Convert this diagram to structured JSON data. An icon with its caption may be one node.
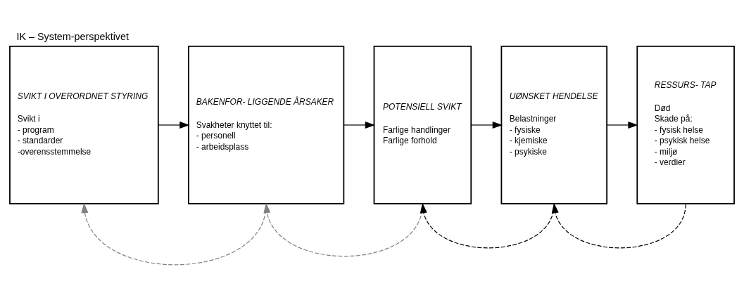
{
  "diagram": {
    "title": "IK – System-perspektivet",
    "nodes": [
      {
        "text": [
          "SVIKT I OVERORDNET STYRING",
          "Svikt i",
          "- program",
          "- standarder",
          "-overensstemmelse"
        ]
      },
      {
        "text": [
          "BAKENFOR- LIGGENDE ÅRSAKER",
          "Svakheter knyttet til:",
          "- personell",
          "- arbeidsplass"
        ]
      },
      {
        "text": [
          "POTENSIELL SVIKT",
          "Farlige handlinger",
          "Farlige forhold"
        ]
      },
      {
        "text": [
          "UØNSKET HENDELSE",
          "Belastninger",
          "- fysiske",
          "- kjemiske",
          "- psykiske"
        ]
      },
      {
        "text": [
          "RESSURS- TAP",
          "Død",
          "Skade på:",
          "- fysisk helse",
          "- psykisk helse",
          "- miljø",
          "- verdier"
        ]
      }
    ],
    "edges": [
      {
        "from": 0,
        "to": 1,
        "arrow": "to"
      },
      {
        "from": 1,
        "to": 2,
        "arrow": "to"
      },
      {
        "from": 2,
        "to": 3,
        "arrow": "to"
      },
      {
        "from": 3,
        "to": 4,
        "arrow": "to"
      },
      {
        "from": 1,
        "to": 0,
        "arrow": "to",
        "style": "dashed",
        "color": "#808080"
      },
      {
        "from": 2,
        "to": 1,
        "arrow": "to",
        "style": "dashed",
        "color": "#808080"
      },
      {
        "from": 3,
        "to": 2,
        "arrow": "to",
        "style": "dashed"
      },
      {
        "from": 4,
        "to": 3,
        "arrow": "to",
        "style": "dashed"
      }
    ]
  }
}
